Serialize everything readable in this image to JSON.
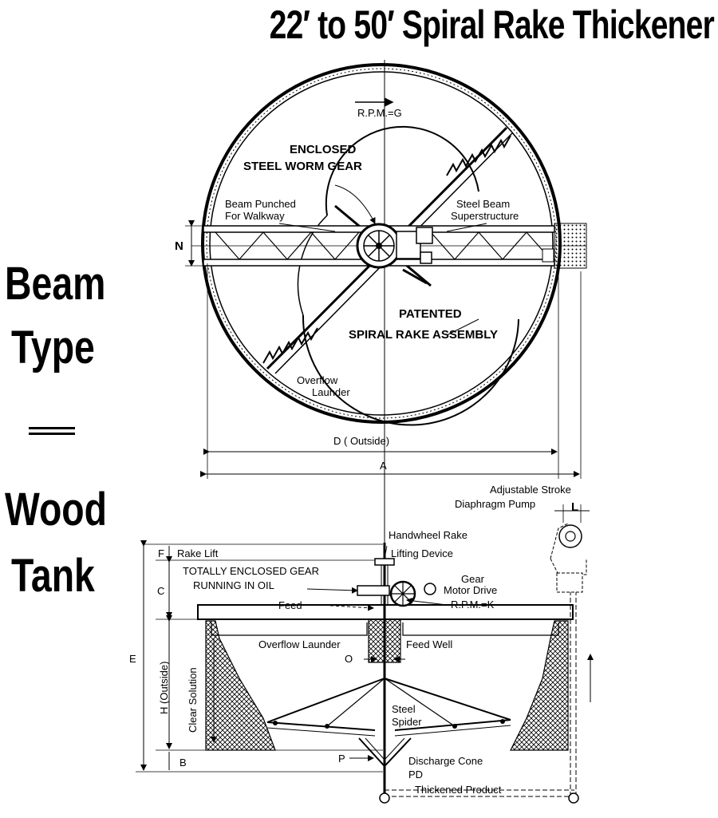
{
  "title": "22′ to 50′ Spiral Rake Thickener",
  "side": {
    "line1": "Beam",
    "line2": "Type",
    "line3": "Wood",
    "line4": "Tank"
  },
  "plan": {
    "rpm": "R.P.M.=G",
    "worm_gear_1": "ENCLOSED",
    "worm_gear_2": "STEEL WORM GEAR",
    "walkway_1": "Beam Punched",
    "walkway_2": "For Walkway",
    "superstructure_1": "Steel Beam",
    "superstructure_2": "Superstructure",
    "spiral_1": "PATENTED",
    "spiral_2": "SPIRAL RAKE ASSEMBLY",
    "launder_1": "Overflow",
    "launder_2": "Launder",
    "n": "N",
    "diameter": "D ( Outside)",
    "a": "A"
  },
  "elevation": {
    "pump_1": "Adjustable Stroke",
    "pump_2": "Diaphragm Pump",
    "l": "L",
    "handwheel_1": "Handwheel Rake",
    "handwheel_2": "Lifting Device",
    "f": "F",
    "rake_lift": "Rake Lift",
    "gear_oil_1": "TOTALLY ENCLOSED GEAR",
    "gear_oil_2": "RUNNING IN OIL",
    "c": "C",
    "motor_1": "Gear",
    "motor_2": "Motor Drive",
    "rpm": "R.P.M.=K",
    "feed": "Feed",
    "e": "E",
    "clear_solution": "Clear Solution",
    "h": "H (Outside)",
    "overflow_launder": "Overflow Launder",
    "feed_well": "Feed Well",
    "o": "O",
    "spider_1": "Steel",
    "spider_2": "Spider",
    "b": "B",
    "p": "P",
    "discharge_cone": "Discharge Cone",
    "pd": "PD",
    "thickened_product": "Thickened Product"
  }
}
